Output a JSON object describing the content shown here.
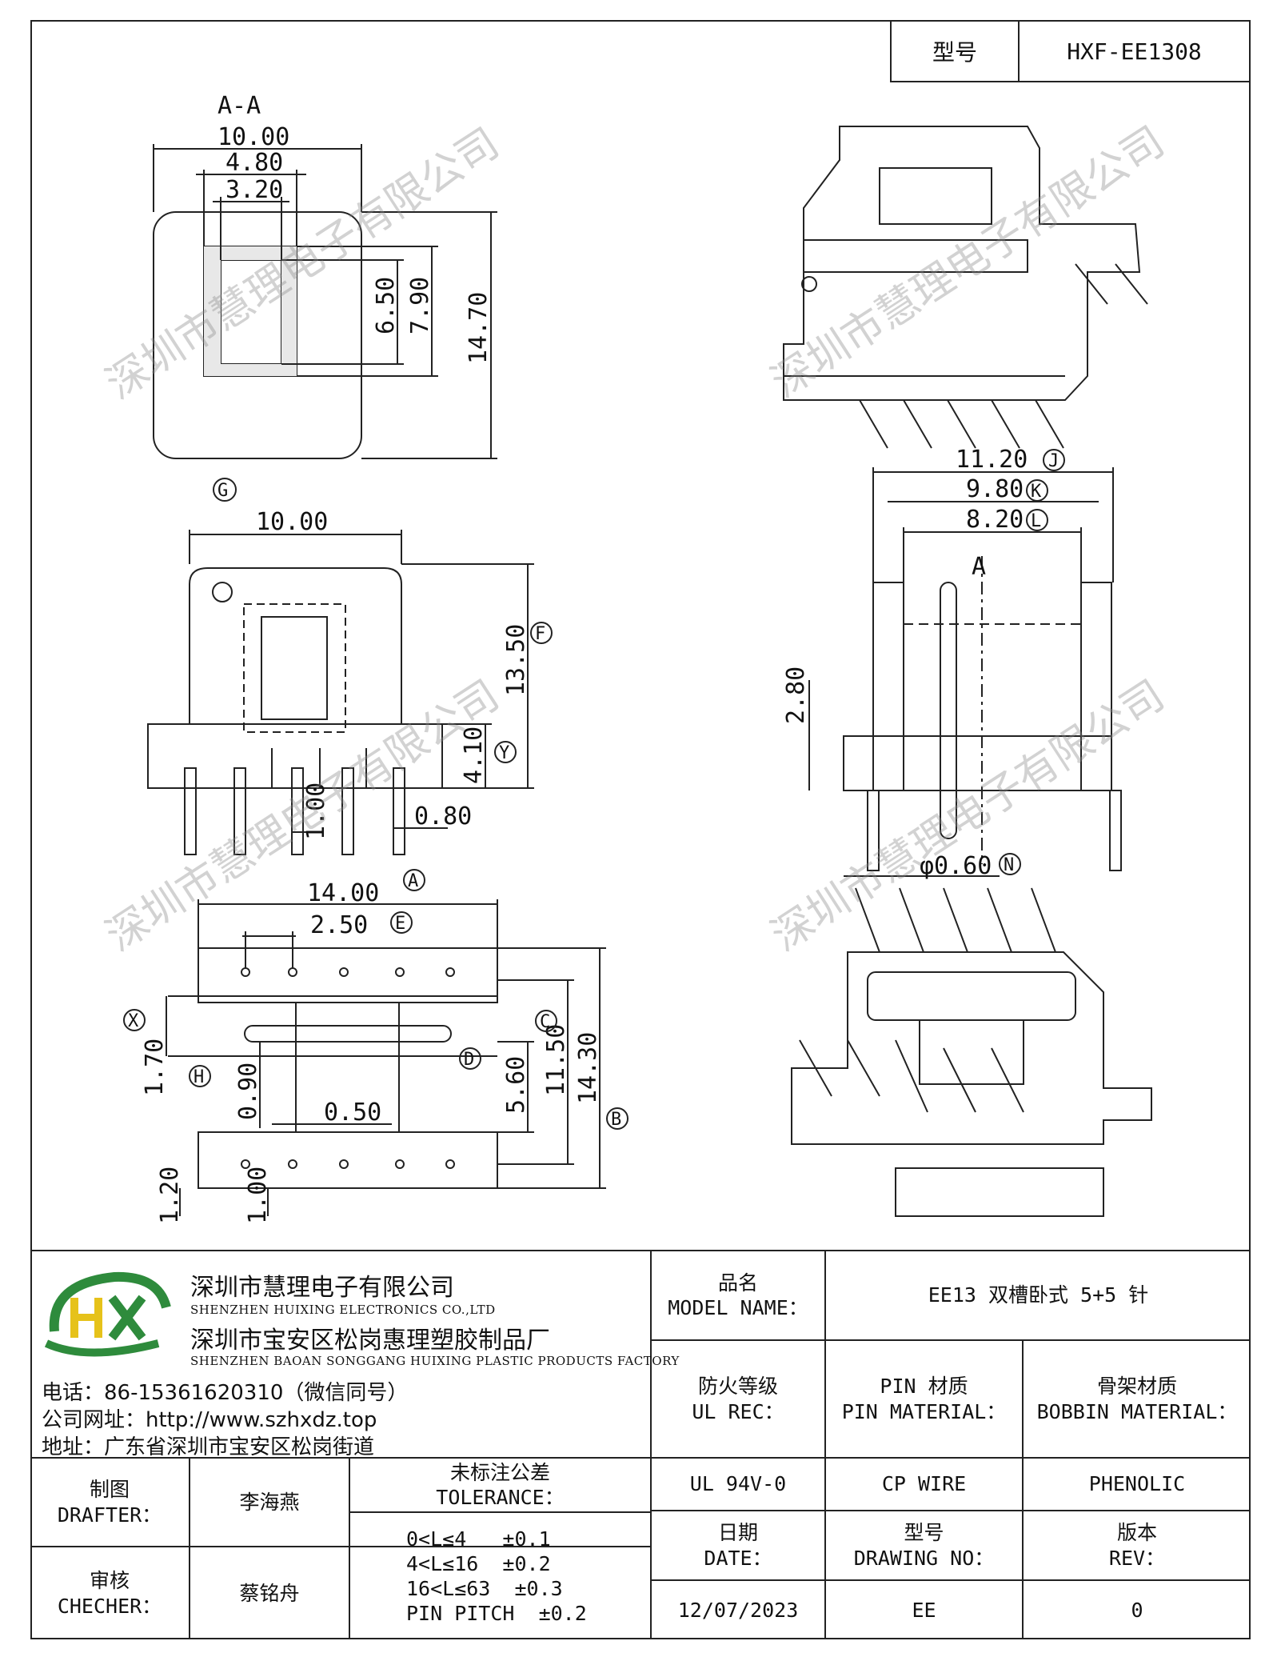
{
  "header": {
    "model_label": "型号",
    "model_value": "HXF-EE1308"
  },
  "watermark": "深圳市慧理电子有限公司",
  "drawing": {
    "section_label": "A-A",
    "dims": {
      "d10_00_a": "10.00",
      "d4_80": "4.80",
      "d3_20": "3.20",
      "d6_50": "6.50",
      "d7_90": "7.90",
      "d14_70": "14.70",
      "d10_00_b": "10.00",
      "d13_50": "13.50",
      "d4_10": "4.10",
      "d1_00_a": "1.00",
      "d0_80": "0.80",
      "d14_00": "14.00",
      "d2_50": "2.50",
      "d1_70": "1.70",
      "d0_90": "0.90",
      "d0_50": "0.50",
      "d5_60": "5.60",
      "d11_50": "11.50",
      "d14_30": "14.30",
      "d1_20": "1.20",
      "d1_00_b": "1.00",
      "d11_20": "11.20",
      "d9_80": "9.80",
      "d8_20": "8.20",
      "d2_80": "2.80",
      "d0_60": "φ0.60"
    },
    "markers": {
      "A": "A",
      "B": "B",
      "C": "C",
      "D": "D",
      "E": "E",
      "F": "F",
      "G": "G",
      "H": "H",
      "J": "J",
      "K": "K",
      "L": "L",
      "N": "N",
      "X": "X",
      "Y": "Y",
      "sec_a": "A"
    }
  },
  "company": {
    "logo_text": "HX",
    "name_cn": "深圳市慧理电子有限公司",
    "name_en": "SHENZHEN HUIXING ELECTRONICS CO.,LTD",
    "factory_cn": "深圳市宝安区松岗惠理塑胶制品厂",
    "factory_en": "SHENZHEN BAOAN SONGGANG HUIXING PLASTIC PRODUCTS FACTORY",
    "phone": "电话：86-15361620310（微信同号）",
    "website": "公司网址：http://www.szhxdz.top",
    "address": "地址：广东省深圳市宝安区松岗街道"
  },
  "title_block": {
    "model_name_cn": "品名",
    "model_name_en": "MODEL NAME：",
    "model_name_value": "EE13 双槽卧式 5+5 针",
    "ul_cn": "防火等级",
    "ul_en": "UL REC：",
    "pin_cn": "PIN 材质",
    "pin_en": "PIN MATERIAL：",
    "bobbin_cn": "骨架材质",
    "bobbin_en": "BOBBIN MATERIAL：",
    "ul_value": "UL 94V-0",
    "pin_value": "CP WIRE",
    "bobbin_value": "PHENOLIC",
    "drafter_cn": "制图",
    "drafter_en": "DRAFTER：",
    "drafter_value": "李海燕",
    "checker_cn": "审核",
    "checker_en": "CHECHER：",
    "checker_value": "蔡铭舟",
    "tolerance_cn": "未标注公差",
    "tolerance_en": "TOLERANCE：",
    "tol_1": "0<L≤4   ±0.1",
    "tol_2": "4<L≤16  ±0.2",
    "tol_3": "16<L≤63  ±0.3",
    "tol_4": "PIN PITCH  ±0.2",
    "date_cn": "日期",
    "date_en": "DATE：",
    "date_value": "12/07/2023",
    "drawing_no_cn": "型号",
    "drawing_no_en": "DRAWING NO：",
    "drawing_no_value": "EE",
    "rev_cn": "版本",
    "rev_en": "REV：",
    "rev_value": "0"
  },
  "colors": {
    "logo_green": "#2e8b3c",
    "logo_yellow": "#e6c21a",
    "line": "#222222"
  }
}
